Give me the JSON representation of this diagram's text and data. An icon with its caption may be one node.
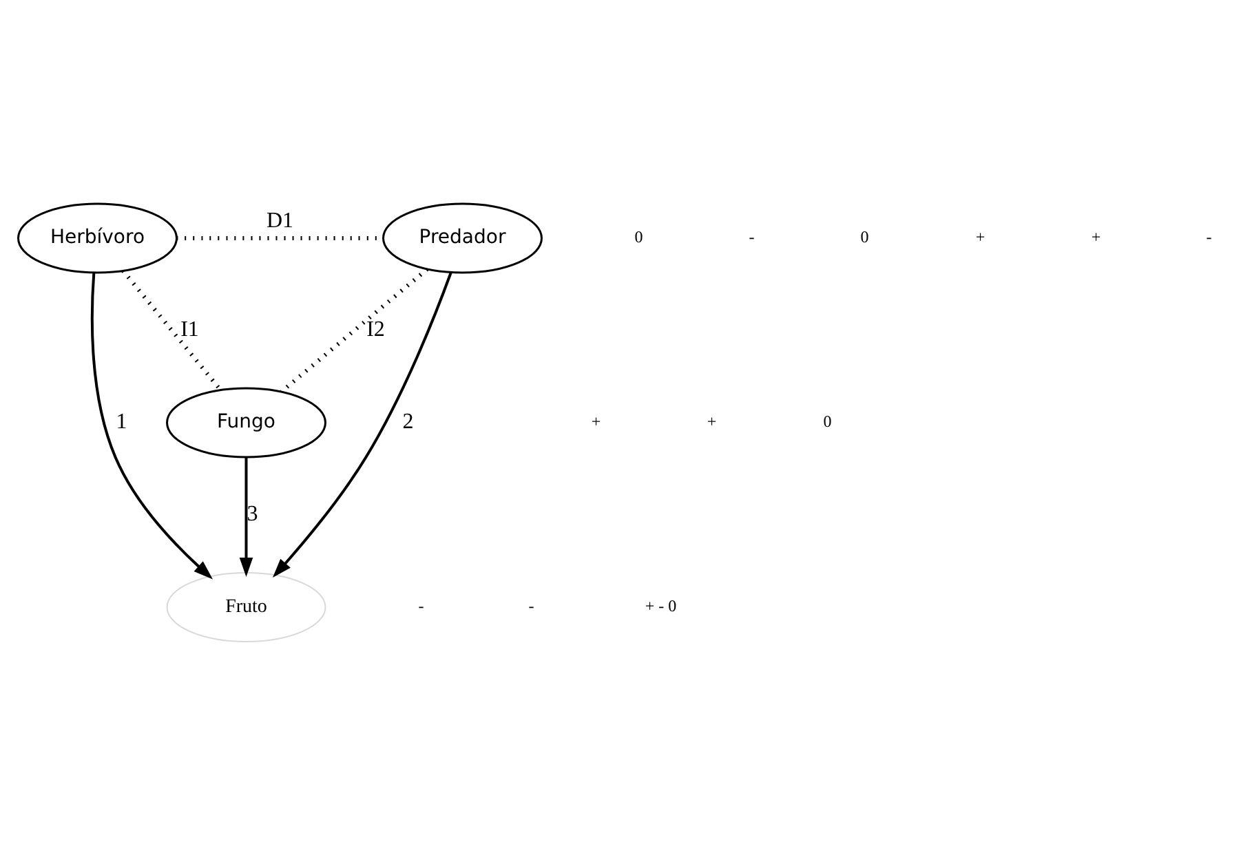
{
  "diagram": {
    "nodes": [
      {
        "text": [
          "Herbívoro"
        ]
      },
      {
        "text": [
          "Predador"
        ]
      },
      {
        "text": [
          "Fruto"
        ]
      },
      {
        "text": [
          "Fungo"
        ]
      }
    ],
    "edges": [
      {
        "from": 0,
        "to": 1,
        "arrow": "none",
        "label": "D1",
        "style": "dashed"
      },
      {
        "from": 0,
        "to": 2,
        "arrow": "to",
        "label": "1"
      },
      {
        "from": 1,
        "to": 2,
        "arrow": "to",
        "label": "2"
      },
      {
        "from": 3,
        "to": 2,
        "arrow": "to",
        "label": "3"
      },
      {
        "from": 0,
        "to": 3,
        "arrow": "none",
        "label": "I1",
        "style": "dashed"
      },
      {
        "from": 1,
        "to": 3,
        "arrow": "none",
        "label": "I2",
        "style": "dashed"
      }
    ],
    "labels": [
      "0",
      "-",
      "0",
      "+",
      "+",
      "-",
      "-",
      "-",
      "+ - 0",
      "+",
      "+",
      "0"
    ]
  }
}
